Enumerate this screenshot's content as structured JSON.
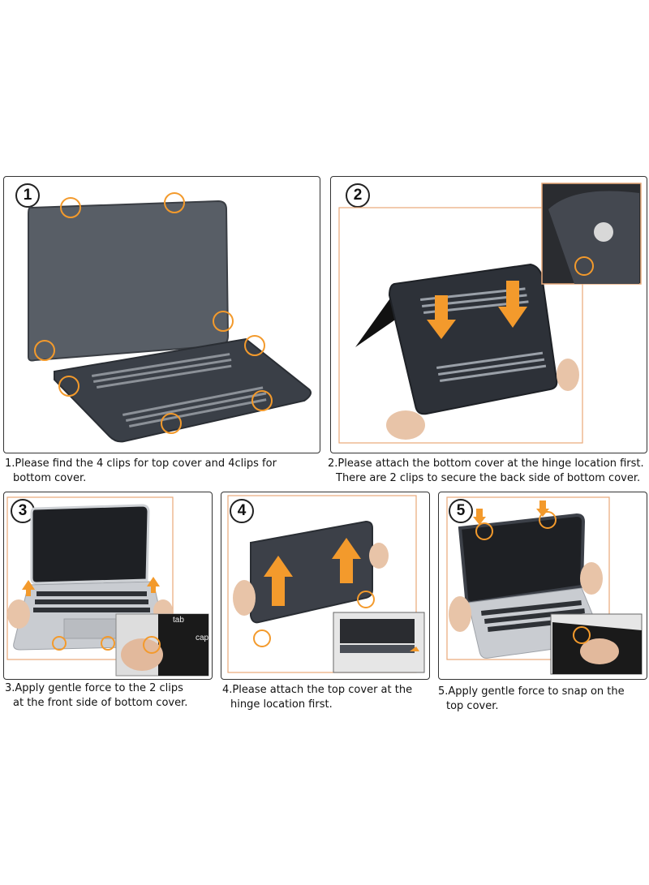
{
  "steps": [
    {
      "number": "1",
      "line1": "1.Please find the 4 clips for top cover and 4clips for",
      "line2": "bottom cover."
    },
    {
      "number": "2",
      "line1": "2.Please attach the bottom cover at the hinge location first.",
      "line2": "There are 2 clips to secure the back side of bottom cover."
    },
    {
      "number": "3",
      "line1": "3.Apply gentle force to the 2 clips",
      "line2": "at the front side of bottom cover."
    },
    {
      "number": "4",
      "line1": "4.Please attach the top cover at the",
      "line2": "hinge location first."
    },
    {
      "number": "5",
      "line1": "5.Apply gentle force to snap on  the",
      "line2": "top cover."
    }
  ],
  "keyboard_labels": {
    "tab": "tab",
    "caps": "cap"
  },
  "colors": {
    "accent": "#f39a2c",
    "cover": "#3c4048",
    "frame": "#e8a878"
  },
  "icons": [
    "clip-marker-icon",
    "arrow-up-icon",
    "arrow-down-icon"
  ]
}
